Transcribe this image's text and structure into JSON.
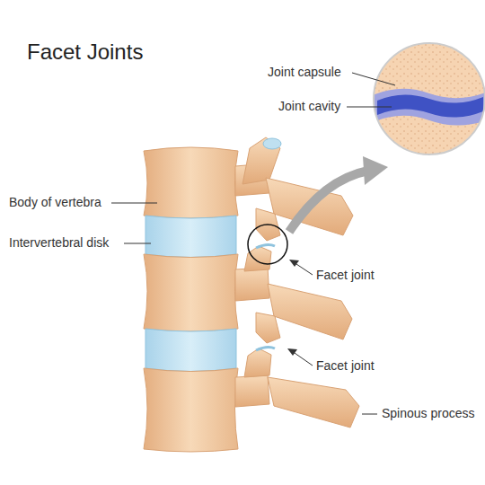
{
  "diagram": {
    "title": "Facet Joints",
    "labels": [
      "Joint capsule",
      "Joint cavity",
      "Body of vertebra",
      "Intervertebral disk",
      "Facet joint",
      "Facet joint",
      "Spinous process"
    ]
  }
}
